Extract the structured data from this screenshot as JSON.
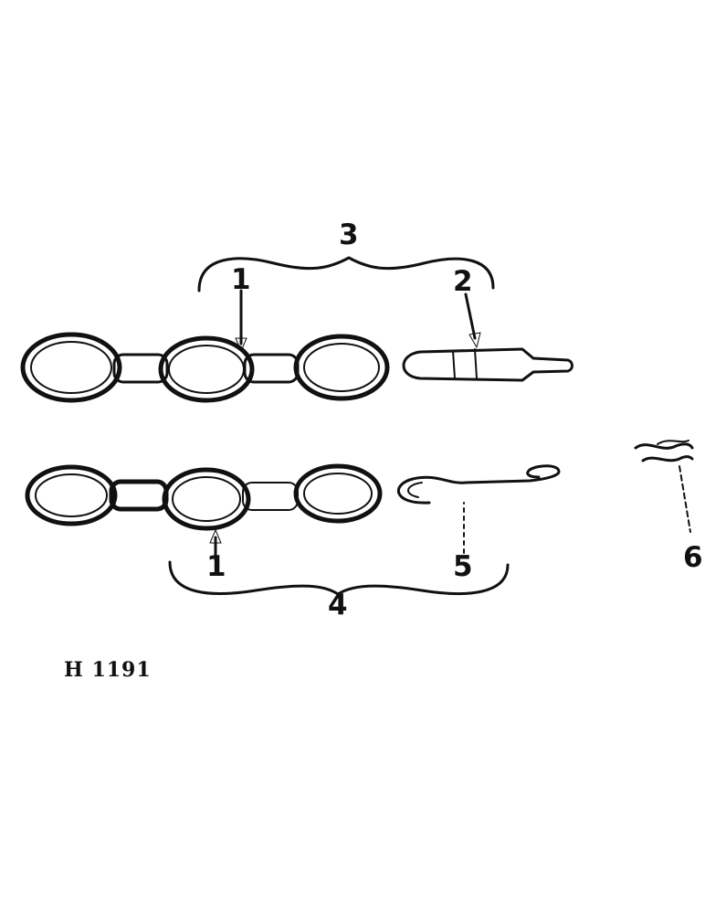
{
  "callouts": {
    "c1_top": "1",
    "c2": "2",
    "c3": "3",
    "c1_bottom": "1",
    "c4": "4",
    "c5": "5",
    "c6": "6"
  },
  "figure_id": "H 1191",
  "colors": {
    "ink": "#111111",
    "paper": "#ffffff"
  },
  "icons": {
    "top_assembly": "chain-with-pin-icon",
    "bottom_assembly": "chain-with-hook-icon",
    "clip": "spring-clip-icon"
  }
}
